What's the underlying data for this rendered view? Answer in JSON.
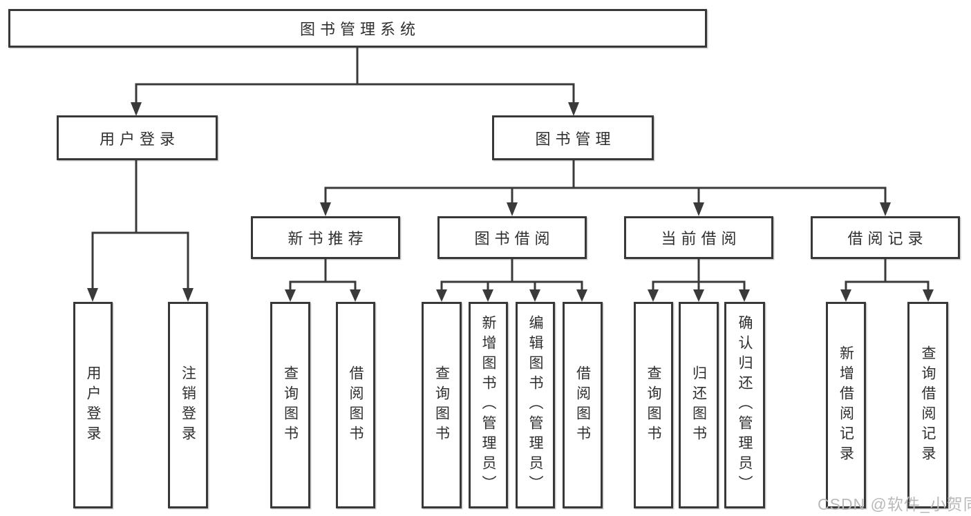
{
  "diagram": {
    "root": "图书管理系统",
    "branches": [
      {
        "label": "用户登录",
        "children": [
          "用户登录",
          "注销登录"
        ]
      },
      {
        "label": "图书管理",
        "sections": [
          {
            "label": "新书推荐",
            "children": [
              "查询图书",
              "借阅图书"
            ]
          },
          {
            "label": "图书借阅",
            "children": [
              "查询图书",
              "新增图书（管理员）",
              "编辑图书（管理员）",
              "借阅图书"
            ]
          },
          {
            "label": "当前借阅",
            "children": [
              "查询图书",
              "归还图书",
              "确认归还（管理员）"
            ]
          },
          {
            "label": "借阅记录",
            "children": [
              "新增借阅记录",
              "查询借阅记录"
            ]
          }
        ]
      }
    ]
  },
  "watermark": "CSDN @软件_小贺同学",
  "colors": {
    "line": "#3a3a3a",
    "border": "#383838",
    "text": "#2f2f2f",
    "background": "#ffffff",
    "watermark": "#b9b9b9"
  }
}
